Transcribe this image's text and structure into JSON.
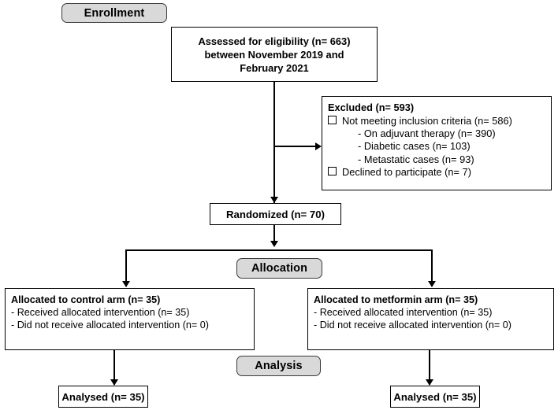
{
  "diagram": {
    "type": "consort-flow-diagram",
    "background_color": "#ffffff",
    "line_color": "#000000",
    "banner_fill": "#d9d9d9",
    "banner_border": "#3a3a3a"
  },
  "stages": {
    "enrollment": "Enrollment",
    "allocation": "Allocation",
    "analysis": "Analysis"
  },
  "assessed": {
    "line1": "Assessed for eligibility (n=  663)",
    "line2": "between November 2019 and",
    "line3": "February 2021"
  },
  "excluded": {
    "title": "Excluded (n= 593)",
    "items": [
      {
        "bullet": "open-square",
        "text": "Not meeting inclusion criteria (n= 586)"
      },
      {
        "bullet": "dash",
        "text": "- On adjuvant therapy (n= 390)"
      },
      {
        "bullet": "dash",
        "text": "- Diabetic cases (n= 103)"
      },
      {
        "bullet": "dash",
        "text": "- Metastatic cases (n= 93)"
      },
      {
        "bullet": "open-square",
        "text": "Declined to participate (n= 7)"
      }
    ],
    "item_0": "Not meeting inclusion criteria (n= 586)",
    "item_1": "- On adjuvant therapy (n= 390)",
    "item_2": "- Diabetic cases (n= 103)",
    "item_3": "- Metastatic cases (n= 93)",
    "item_4": "Declined to participate (n= 7)"
  },
  "randomized": {
    "label": "Randomized (n= 70)"
  },
  "allocation_arms": {
    "control": {
      "title": "Allocated to control arm (n= 35)",
      "line1": "- Received allocated intervention (n= 35)",
      "line2": "- Did not receive allocated intervention (n= 0)"
    },
    "metformin": {
      "title": "Allocated to metformin arm (n= 35)",
      "line1": "- Received allocated intervention (n= 35)",
      "line2": "- Did not receive allocated intervention (n= 0)"
    }
  },
  "analysis_arms": {
    "control": {
      "label": "Analysed (n= 35)"
    },
    "metformin": {
      "label": "Analysed (n= 35)"
    }
  }
}
